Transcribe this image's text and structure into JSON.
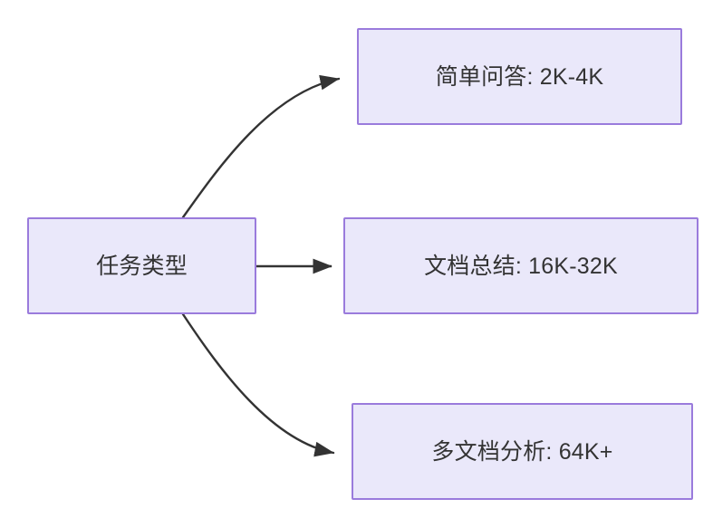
{
  "diagram": {
    "type": "flowchart",
    "direction": "left-to-right",
    "background_color": "#ffffff",
    "node_fill_color": "#eae8fa",
    "node_border_color": "#9a7bdc",
    "node_text_color": "#333333",
    "edge_color": "#333333",
    "nodes": [
      {
        "id": "root",
        "label": "任务类型"
      },
      {
        "id": "simple",
        "label": "简单问答: 2K-4K"
      },
      {
        "id": "doc",
        "label": "文档总结: 16K-32K"
      },
      {
        "id": "multi",
        "label": "多文档分析: 64K+"
      }
    ],
    "edges": [
      {
        "from": "root",
        "to": "simple",
        "label": "",
        "style": "curved-up",
        "arrowhead": "solid-triangle"
      },
      {
        "from": "root",
        "to": "doc",
        "label": "",
        "style": "straight",
        "arrowhead": "solid-triangle"
      },
      {
        "from": "root",
        "to": "multi",
        "label": "",
        "style": "curved-down",
        "arrowhead": "solid-triangle"
      }
    ]
  }
}
